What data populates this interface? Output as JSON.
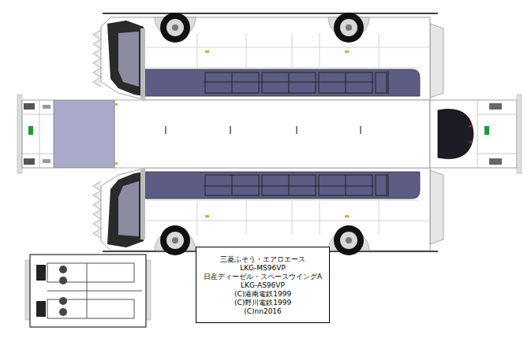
{
  "diagram": {
    "nodes": [
      {
        "text": [
          "三菱ふそう・エアロエース",
          "LKG-MS96VP",
          "日産ディーゼル・スペースウイングA",
          "LKG-AS96VP",
          "(C)港南電鉄1999",
          "(C)野川電鉄1999",
          "(C)nn2016"
        ]
      }
    ]
  }
}
